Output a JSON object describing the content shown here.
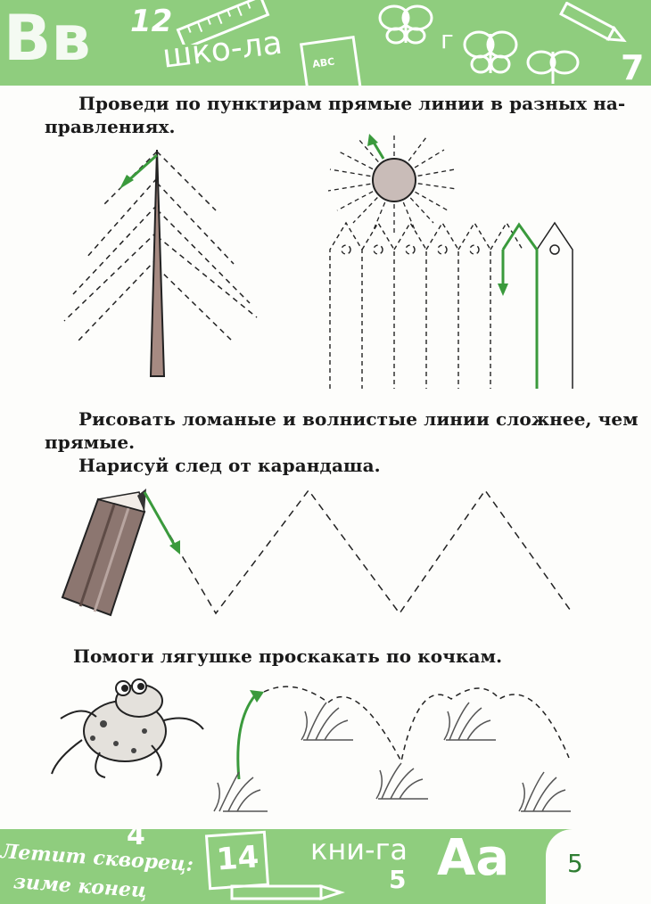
{
  "header": {
    "letters": "Вв",
    "number": "12",
    "word": "шко-ла",
    "letter_g": "г",
    "number_right": "7",
    "label_abc": "ABC"
  },
  "exercise1": {
    "instruction_line1": "Проведи по пунктирам прямые линии в разных на-",
    "instruction_line2": "правлениях."
  },
  "exercise2": {
    "instruction_line1": "Рисовать ломаные и волнистые линии сложнее, чем",
    "instruction_line2": "прямые.",
    "instruction_line3": "Нарисуй след от карандаша."
  },
  "exercise3": {
    "instruction": "Помоги лягушке проскакать по кочкам."
  },
  "footer": {
    "verse_line1": "Летит скворец:",
    "verse_line2": "зиме конец",
    "number_4": "4",
    "number_14": "14",
    "word": "кни-га",
    "letters": "Aa",
    "number_5": "5",
    "page_number": "5"
  },
  "colors": {
    "band_green": "#8fcd7e",
    "arrow_green": "#3a9a3c",
    "text": "#1a1a1a"
  }
}
